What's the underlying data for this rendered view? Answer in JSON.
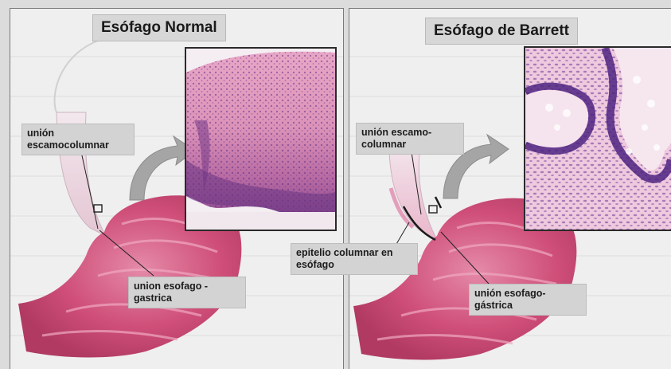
{
  "panels": {
    "normal": {
      "title": "Esófago Normal",
      "label_junction": "unión\nescamocolumnar",
      "label_gej": "union esofago -\ngastrica"
    },
    "barrett": {
      "title": "Esófago de Barrett",
      "label_junction": "unión escamo-\ncolumnar",
      "label_columnar": "epitelio columnar en\nesófago",
      "label_gej": "unión esofago-\ngástrica"
    }
  },
  "colors": {
    "stomach_pink": "#d2577f",
    "stomach_light": "#e9a3bd",
    "squamous_pink": "#d98ab0",
    "nuclei_purple": "#5a2c86",
    "arrow_gray": "#9a9a9a"
  }
}
